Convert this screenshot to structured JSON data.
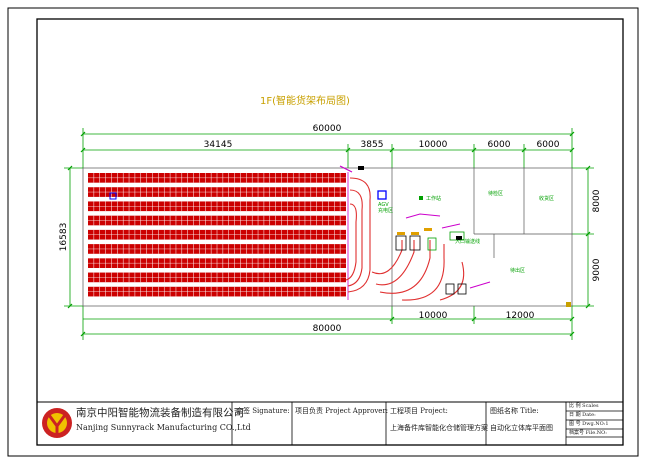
{
  "drawing": {
    "title": "1F(智能货架布局图)",
    "dimensions_top": {
      "overall": "60000",
      "rack_zone": "34145",
      "aisle": "3855",
      "center_room": "10000",
      "right_room_a": "6000",
      "right_room_b": "6000"
    },
    "dimensions_bottom": {
      "overall": "80000",
      "center_room": "10000",
      "right_room": "12000"
    },
    "dimensions_left": {
      "height": "16583"
    },
    "dimensions_right": {
      "upper": "8000",
      "lower": "9000"
    },
    "room_labels": {
      "upper_left": "待检区",
      "upper_right": "收货区",
      "lower": "待出区",
      "rack_side": "AGV\n充电区",
      "conveyor_1": "工作站",
      "conveyor_2": "入口输送线"
    },
    "rack_rows": 9,
    "colors": {
      "frame": "#000000",
      "dimension_lines": "#00a000",
      "title": "#c8a000",
      "racks": "#cc0000",
      "conveyor": "#e03030",
      "marker": "#cc00cc",
      "accent": "#0000ff"
    }
  },
  "title_block": {
    "company_cn": "南京中阳智能物流装备制造有限公司",
    "company_en": "Nanjing Sunnyrack Manufacturing CO.,Ltd",
    "signature_label": "会签 Signature:",
    "approver_label": "项目负责 Project Approver:",
    "project_label": "工程项目 Project:",
    "project_value": "上海备件库智能化仓储管理方案",
    "drawing_name_label": "图纸名称 Title:",
    "drawing_name_value": "自动化立体库平面图",
    "scale_label": "比 例 Scales",
    "date_label": "日 期 Date:",
    "drawing_no_label": "图 号 Dwg.NO:1",
    "file_no_label": "档案号 File.NO:"
  }
}
